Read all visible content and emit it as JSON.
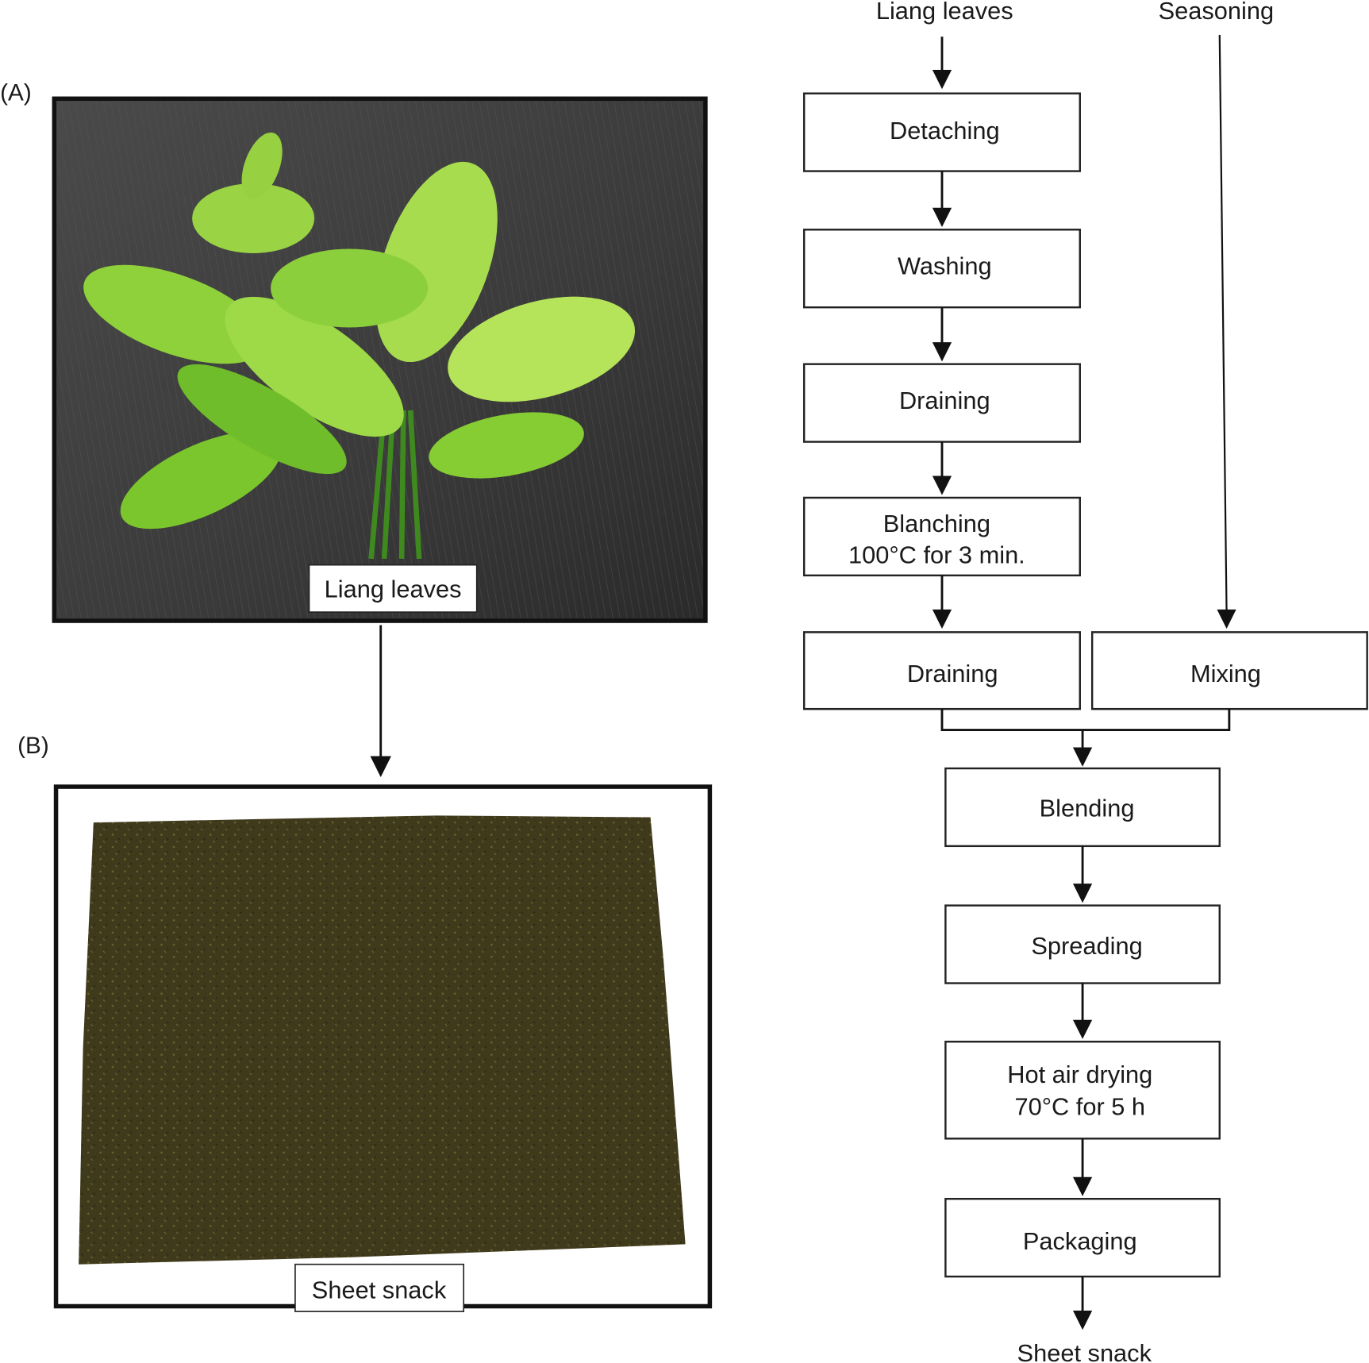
{
  "panels": {
    "a": {
      "tag": "(A)",
      "caption": "Liang leaves"
    },
    "b": {
      "tag": "(B)",
      "caption": "Sheet snack"
    }
  },
  "flow": {
    "inputs": {
      "leaves": "Liang leaves",
      "seasoning": "Seasoning"
    },
    "steps": {
      "detaching": "Detaching",
      "washing": "Washing",
      "draining1": "Draining",
      "blanching": [
        "Blanching",
        "100°C for 3 min."
      ],
      "draining2": "Draining",
      "mixing": "Mixing",
      "blending": "Blending",
      "spreading": "Spreading",
      "drying": [
        "Hot air drying",
        "70°C for 5 h"
      ],
      "packaging": "Packaging"
    },
    "output": "Sheet snack"
  }
}
